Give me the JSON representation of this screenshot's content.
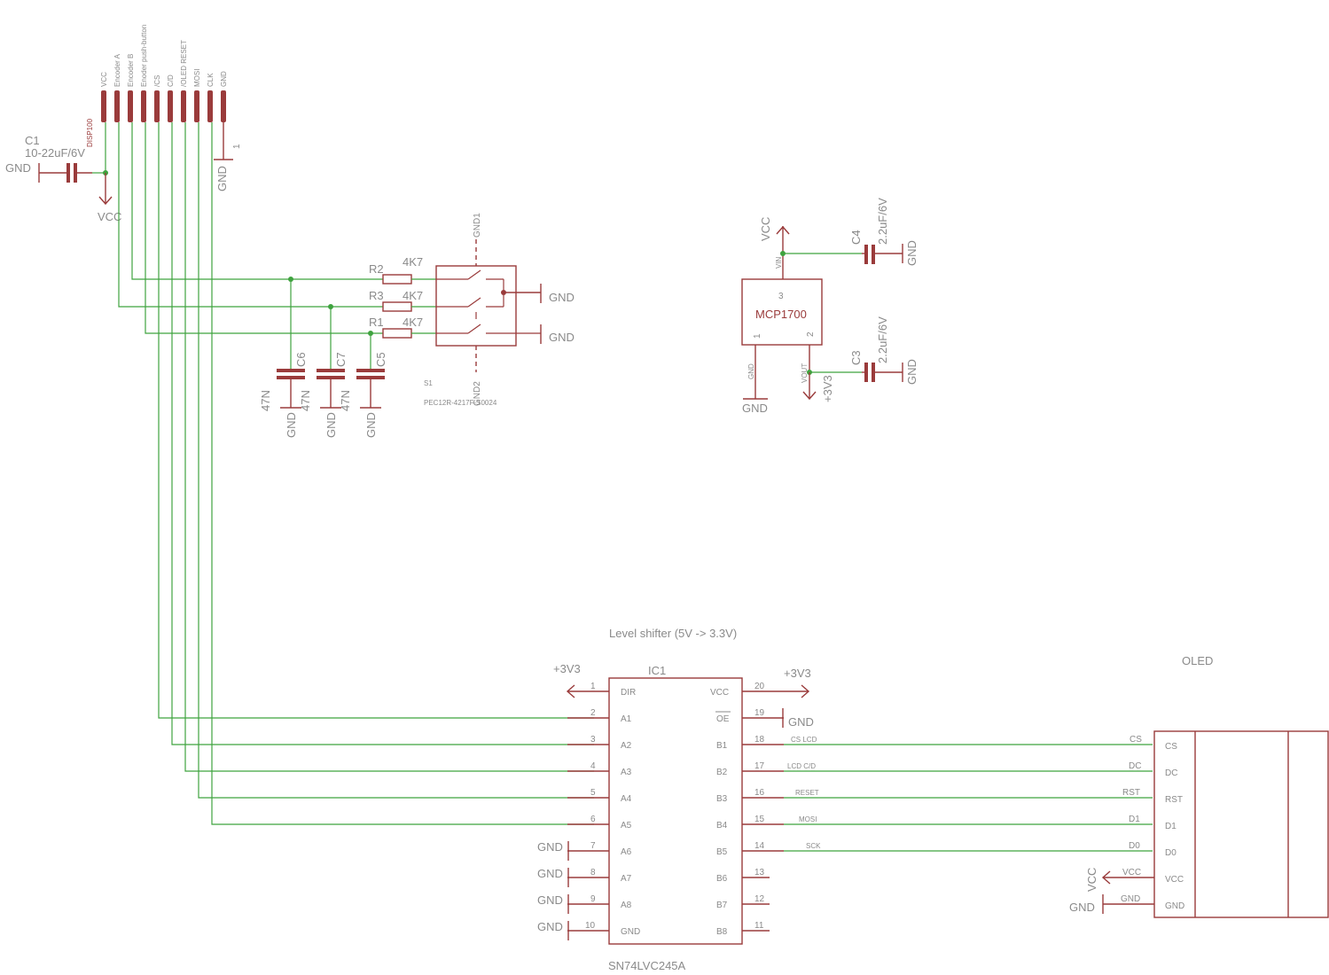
{
  "header": {
    "pins": [
      "VCC",
      "Encoder A",
      "Encoder B",
      "Enoder push-button",
      "/CS",
      "C/D",
      "/OLED RESET",
      "MOSI",
      "CLK",
      "GND"
    ],
    "name": "DISP100",
    "pin1": "1"
  },
  "c1": {
    "name": "C1",
    "value": "10-22uF/6V"
  },
  "nets": {
    "gnd": "GND",
    "vcc": "VCC",
    "v33": "+3V3"
  },
  "encoder": {
    "name": "S1",
    "part": "PEC12R-4217F-S0024",
    "gnd1": "GND1",
    "gnd2": "GND2",
    "resistors": [
      {
        "name": "R2",
        "value": "4K7"
      },
      {
        "name": "R3",
        "value": "4K7"
      },
      {
        "name": "R1",
        "value": "4K7"
      }
    ],
    "caps": [
      {
        "name": "C6",
        "value": "47N"
      },
      {
        "name": "C7",
        "value": "47N"
      },
      {
        "name": "C5",
        "value": "47N"
      }
    ]
  },
  "regulator": {
    "name": "MCP1700",
    "pin_in": "3",
    "pin_gnd": "1",
    "pin_out": "2",
    "vin": "VIN",
    "vout": "VOUT",
    "gnd": "GND",
    "c4": {
      "name": "C4",
      "value": "2.2uF/6V"
    },
    "c3": {
      "name": "C3",
      "value": "2.2uF/6V"
    }
  },
  "level_shifter": {
    "title": "Level shifter (5V -> 3.3V)",
    "name": "IC1",
    "part": "SN74LVC245A",
    "left_pins": [
      {
        "num": "1",
        "name": "DIR"
      },
      {
        "num": "2",
        "name": "A1"
      },
      {
        "num": "3",
        "name": "A2"
      },
      {
        "num": "4",
        "name": "A3"
      },
      {
        "num": "5",
        "name": "A4"
      },
      {
        "num": "6",
        "name": "A5"
      },
      {
        "num": "7",
        "name": "A6"
      },
      {
        "num": "8",
        "name": "A7"
      },
      {
        "num": "9",
        "name": "A8"
      },
      {
        "num": "10",
        "name": "GND"
      }
    ],
    "right_pins": [
      {
        "num": "20",
        "name": "VCC"
      },
      {
        "num": "19",
        "name": "OE"
      },
      {
        "num": "18",
        "name": "B1"
      },
      {
        "num": "17",
        "name": "B2"
      },
      {
        "num": "16",
        "name": "B3"
      },
      {
        "num": "15",
        "name": "B4"
      },
      {
        "num": "14",
        "name": "B5"
      },
      {
        "num": "13",
        "name": "B6"
      },
      {
        "num": "12",
        "name": "B7"
      },
      {
        "num": "11",
        "name": "B8"
      }
    ],
    "net_labels": [
      "CS LCD",
      "LCD C/D",
      "RESET",
      "MOSI",
      "SCK"
    ]
  },
  "oled": {
    "title": "OLED",
    "pins": [
      "CS",
      "DC",
      "RST",
      "D1",
      "D0",
      "VCC",
      "GND"
    ]
  }
}
